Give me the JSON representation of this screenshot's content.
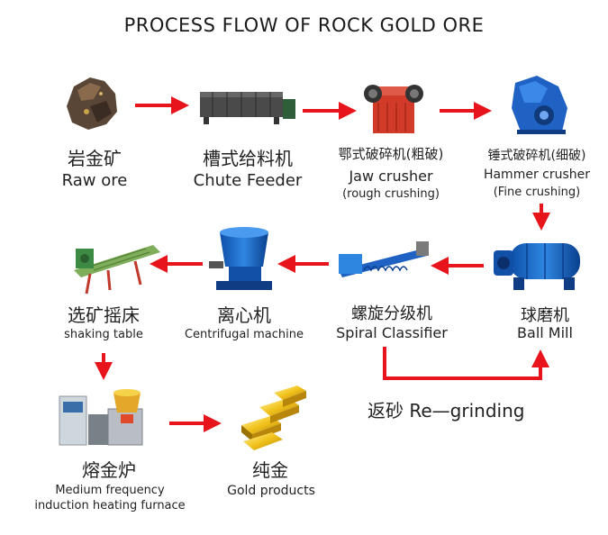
{
  "title": "PROCESS FLOW OF ROCK  GOLD ORE",
  "steps": {
    "raw_ore": {
      "zh": "岩金矿",
      "en": "Raw ore"
    },
    "chute_feeder": {
      "zh": "槽式给料机",
      "en": "Chute Feeder"
    },
    "jaw_crusher": {
      "zh": "鄂式破碎机(粗破)",
      "en1": "Jaw crusher",
      "en2": "(rough crushing)"
    },
    "hammer_crusher": {
      "zh": "锤式破碎机(细破)",
      "en1": "Hammer crusher",
      "en2": "(Fine crushing)"
    },
    "ball_mill": {
      "zh": "球磨机",
      "en": "Ball Mill"
    },
    "spiral_classifier": {
      "zh": "螺旋分级机",
      "en": "Spiral Classifier"
    },
    "centrifugal_machine": {
      "zh": "离心机",
      "en": "Centrifugal machine"
    },
    "shaking_table": {
      "zh": "选矿摇床",
      "en": "shaking table"
    },
    "furnace": {
      "zh": "熔金炉",
      "en1": "Medium frequency",
      "en2": "induction heating furnace"
    },
    "gold_products": {
      "zh": "纯金",
      "en": "Gold products"
    }
  },
  "regrinding": {
    "zh": "返砂",
    "en": "Re—grinding"
  },
  "colors": {
    "arrow": "#e8141b",
    "text": "#222222"
  }
}
